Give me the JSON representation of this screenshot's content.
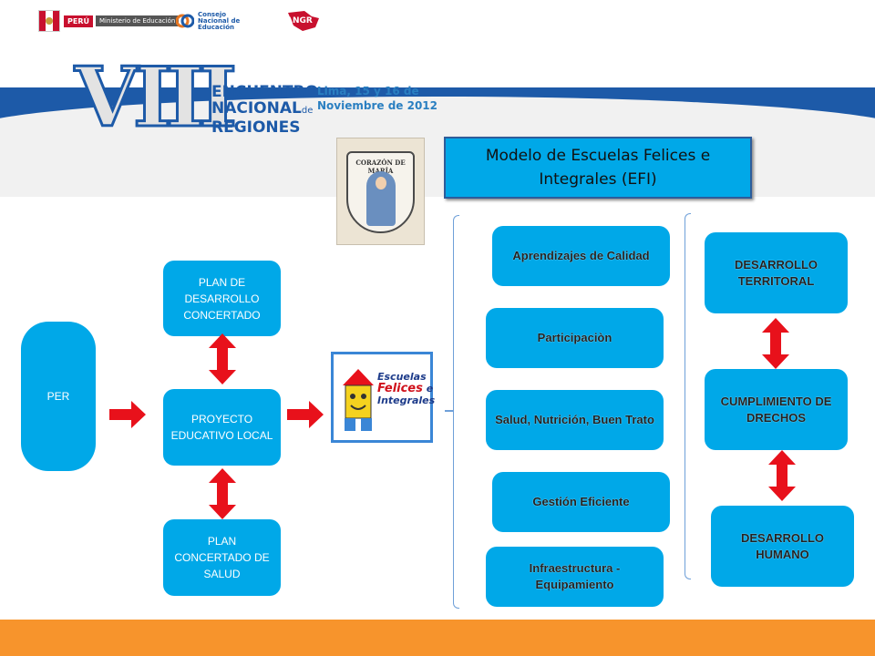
{
  "header": {
    "logo_minedu": {
      "peru": "PERÚ",
      "ministry": "Ministerio de Educación"
    },
    "logo_cne": {
      "line1": "Consejo",
      "line2": "Nacional de",
      "line3": "Educación"
    },
    "logo_angr": "ANGR"
  },
  "banner": {
    "roman": "VIII",
    "event_line1": "ENCUENTRO",
    "event_line2": "NACIONAL",
    "event_de": "de",
    "event_line3": "REGIONES",
    "date_line1": "Lima, 15 y 16 de",
    "date_line2": "Noviembre de 2012"
  },
  "emblem": {
    "text": "CORAZÓN DE MARÍA"
  },
  "title": "Modelo de Escuelas Felices e Integrales (EFI)",
  "efi_logo": {
    "line1": "Escuelas",
    "line2": "Felices",
    "line3": "e",
    "line4": "Integrales"
  },
  "nodes": {
    "per": "PER",
    "plan_desarrollo": "PLAN DE DESARROLLO CONCERTADO",
    "proyecto_educativo": "PROYECTO EDUCATIVO LOCAL",
    "plan_salud": "PLAN CONCERTADO DE SALUD",
    "aprendizajes": "Aprendizajes de Calidad",
    "participacion": "Participaciòn",
    "salud": "Salud, Nutrición, Buen Trato",
    "gestion": "Gestión Eficiente",
    "infraestructura": "Infraestructura - Equipamiento",
    "desarrollo_territorial": "DESARROLLO TERRITORAL",
    "cumplimiento": "CUMPLIMIENTO DE DRECHOS",
    "desarrollo_humano": "DESARROLLO HUMANO"
  },
  "colors": {
    "node_blue": "#00a8e8",
    "arrow_red": "#e8111b",
    "banner_blue": "#1d5aa8",
    "footer_orange": "#f7942c"
  }
}
